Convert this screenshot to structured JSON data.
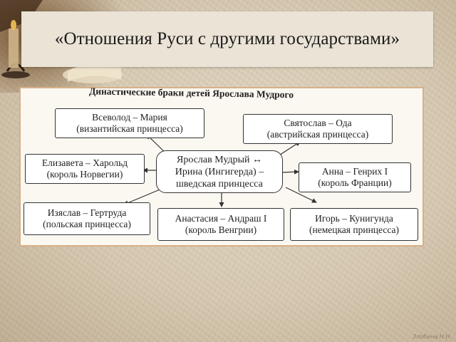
{
  "slide": {
    "title": "«Отношения Руси с другими государствами»",
    "footer_mark": "Злобина Н.Н."
  },
  "diagram": {
    "title": "Династические браки детей Ярослава Мудрого",
    "center": {
      "line1": "Ярослав Мудрый ↔",
      "line2": "Ирина (Ингигерда) –",
      "line3": "шведская принцесса"
    },
    "marriages": [
      {
        "line1": "Всеволод – Мария",
        "line2": "(византийская принцесса)"
      },
      {
        "line1": "Святослав – Ода",
        "line2": "(австрийская принцесса)"
      },
      {
        "line1": "Елизавета – Харольд",
        "line2": "(король Норвегии)"
      },
      {
        "line1": "Анна – Генрих I",
        "line2": "(король Франции)"
      },
      {
        "line1": "Изяслав – Гертруда",
        "line2": "(польская принцесса)"
      },
      {
        "line1": "Анастасия – Андраш I",
        "line2": "(король Венгрии)"
      },
      {
        "line1": "Игорь – Кунигунда",
        "line2": "(немецкая принцесса)"
      }
    ]
  }
}
